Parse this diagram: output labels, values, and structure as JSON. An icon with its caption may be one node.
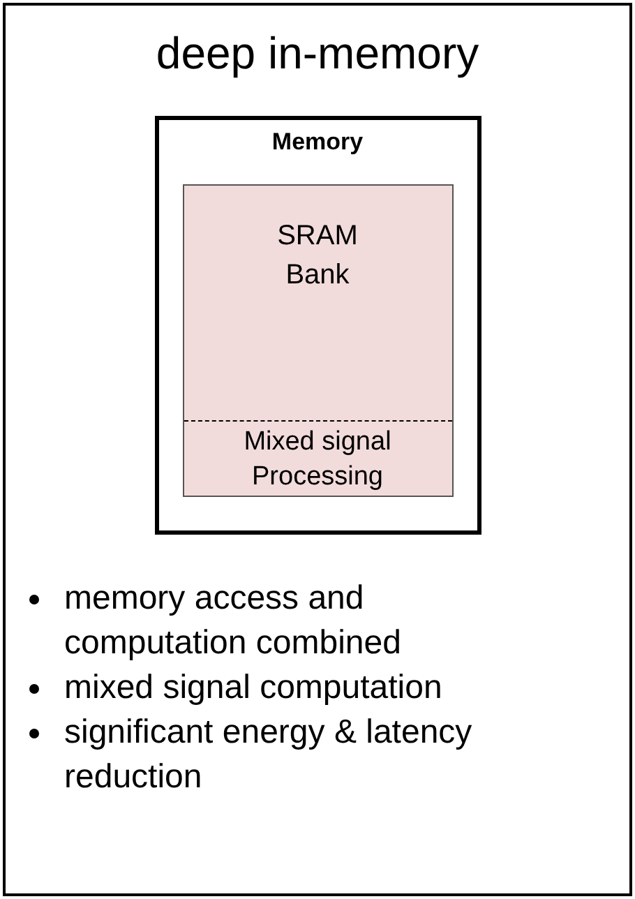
{
  "diagram": {
    "nodes": [
      {
        "text": [
          "deep in-memory"
        ]
      },
      {
        "text": [
          "Memory"
        ],
        "in": 0
      },
      {
        "text": [
          "SRAM Bank",
          "Mixed signal Processing"
        ],
        "in": 1
      }
    ],
    "labels": [
      "memory access and computation combined",
      "mixed signal computation",
      "significant energy & latency reduction"
    ]
  }
}
